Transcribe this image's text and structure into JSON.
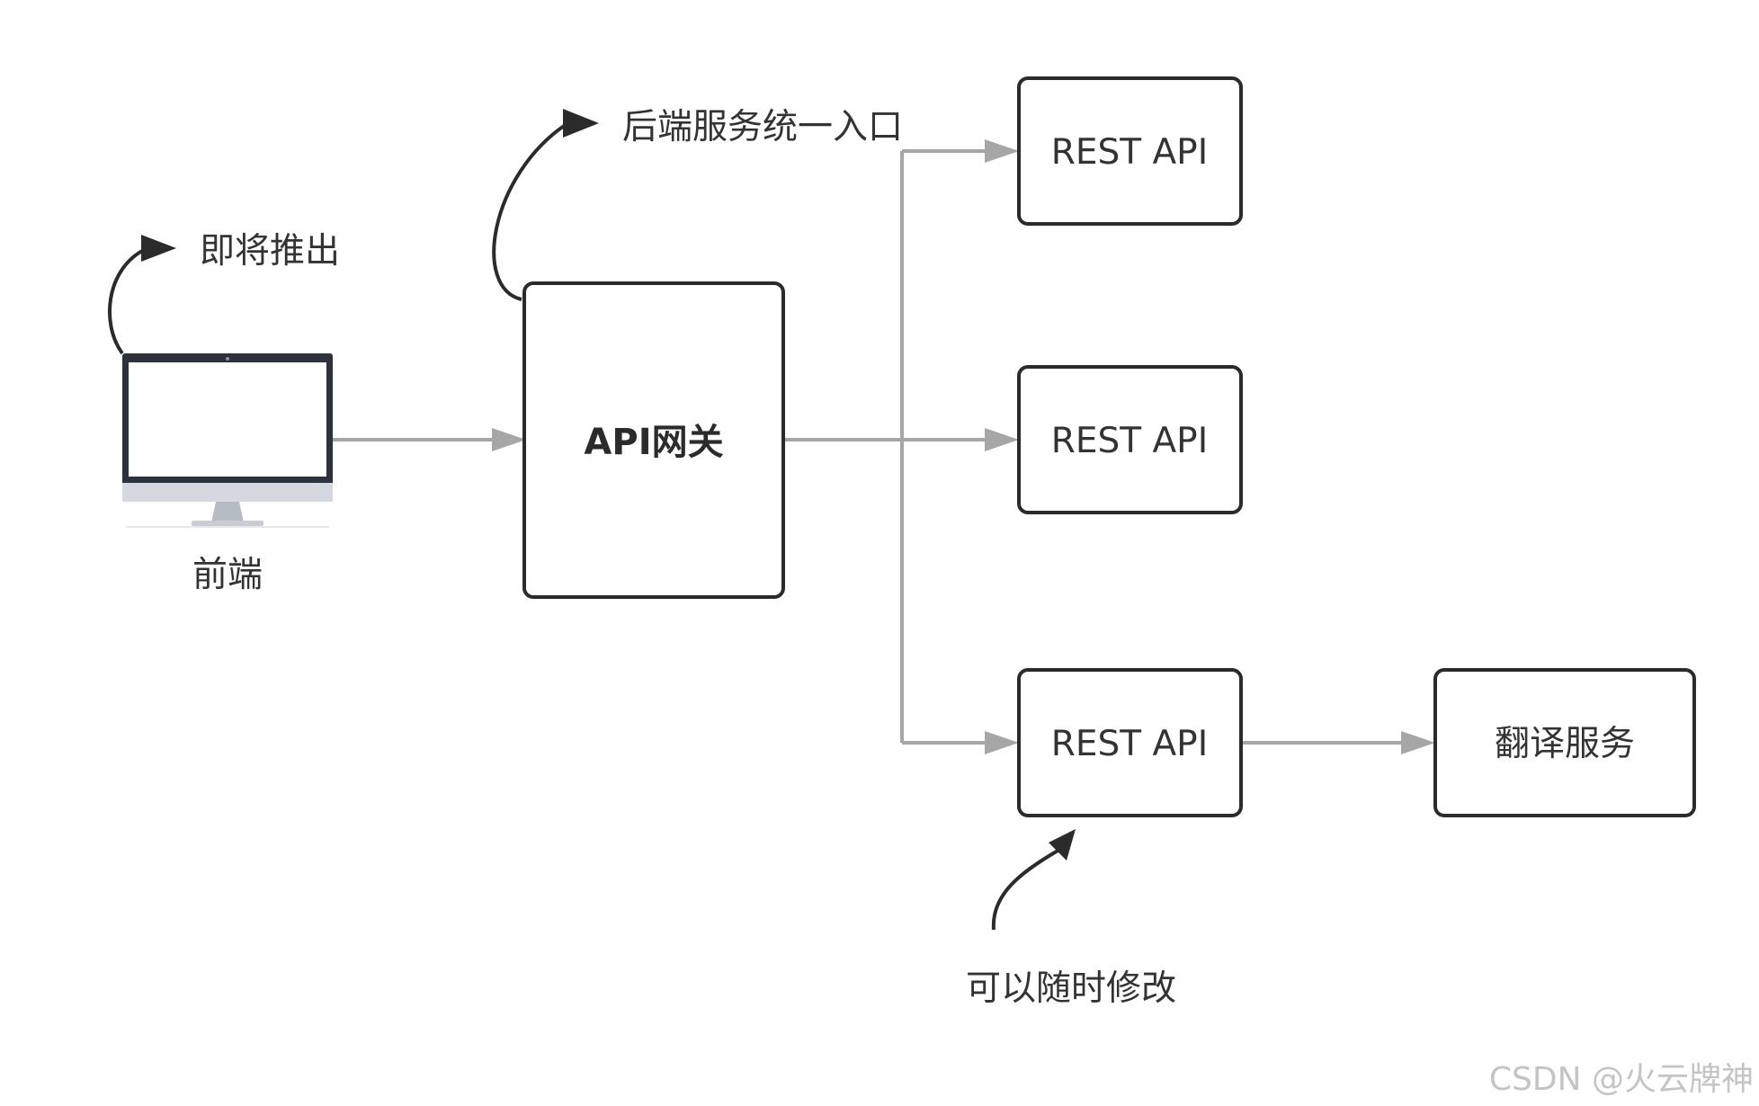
{
  "nodes": {
    "frontend": {
      "label": "前端"
    },
    "gateway": {
      "label": "API网关"
    },
    "rest_api_top": {
      "label": "REST API"
    },
    "rest_api_middle": {
      "label": "REST API"
    },
    "rest_api_bottom": {
      "label": "REST API"
    },
    "translation_service": {
      "label": "翻译服务"
    }
  },
  "annotations": {
    "coming_soon": "即将推出",
    "unified_entry": "后端服务统一入口",
    "modifiable": "可以随时修改"
  },
  "watermark": "CSDN @火云牌神",
  "colors": {
    "stroke": "#2b2b2b",
    "connector": "#a6a6a6",
    "text": "#333333"
  },
  "icons": {
    "frontend": "desktop-monitor-icon"
  }
}
